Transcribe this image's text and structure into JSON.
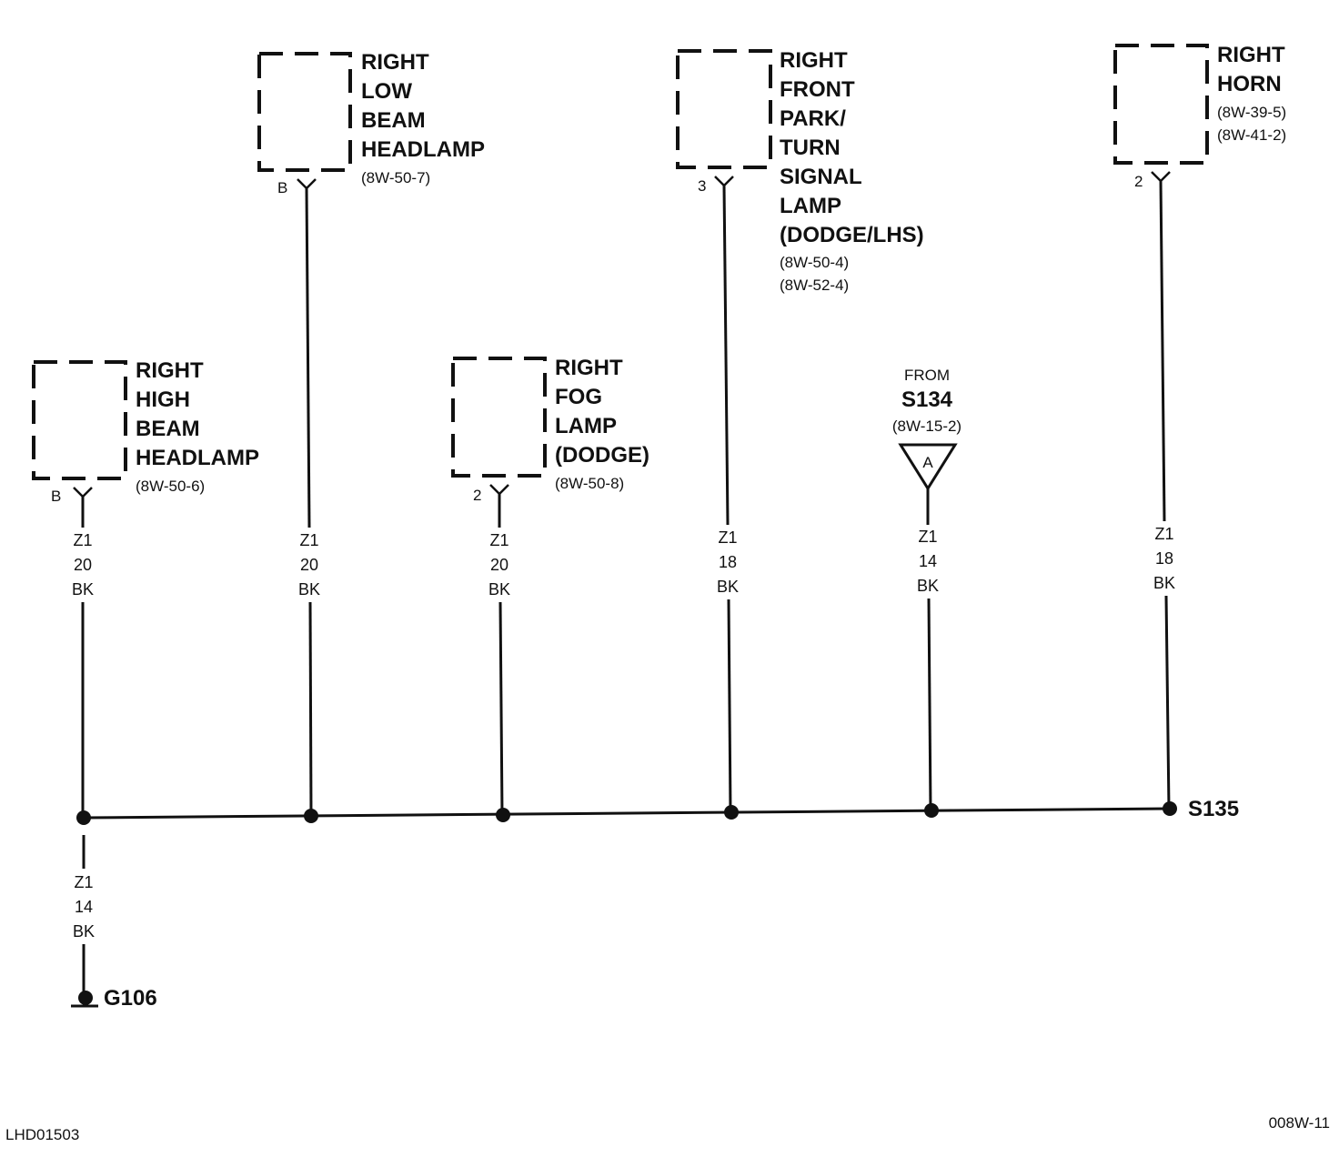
{
  "components": {
    "high_beam": {
      "name": [
        "RIGHT",
        "HIGH",
        "BEAM",
        "HEADLAMP"
      ],
      "refs": [
        "(8W-50-6)"
      ],
      "pin": "B"
    },
    "low_beam": {
      "name": [
        "RIGHT",
        "LOW",
        "BEAM",
        "HEADLAMP"
      ],
      "refs": [
        "(8W-50-7)"
      ],
      "pin": "B"
    },
    "fog": {
      "name": [
        "RIGHT",
        "FOG",
        "LAMP",
        "(DODGE)"
      ],
      "refs": [
        "(8W-50-8)"
      ],
      "pin": "2"
    },
    "park_turn": {
      "name": [
        "RIGHT",
        "FRONT",
        "PARK/",
        "TURN",
        "SIGNAL",
        "LAMP",
        "(DODGE/LHS)"
      ],
      "refs": [
        "(8W-50-4)",
        "(8W-52-4)"
      ],
      "pin": "3"
    },
    "horn": {
      "name": [
        "RIGHT",
        "HORN"
      ],
      "refs": [
        "(8W-39-5)",
        "(8W-41-2)"
      ],
      "pin": "2"
    }
  },
  "wires": {
    "high_beam": [
      "Z1",
      "20",
      "BK"
    ],
    "low_beam": [
      "Z1",
      "20",
      "BK"
    ],
    "fog": [
      "Z1",
      "20",
      "BK"
    ],
    "park_turn": [
      "Z1",
      "18",
      "BK"
    ],
    "s134": [
      "Z1",
      "14",
      "BK"
    ],
    "horn": [
      "Z1",
      "18",
      "BK"
    ],
    "ground": [
      "Z1",
      "14",
      "BK"
    ]
  },
  "s134_source": {
    "from": "FROM",
    "splice": "S134",
    "ref": "(8W-15-2)",
    "connector": "A"
  },
  "splice": "S135",
  "ground": "G106",
  "footer": {
    "left": "LHD01503",
    "right": "008W-11"
  }
}
